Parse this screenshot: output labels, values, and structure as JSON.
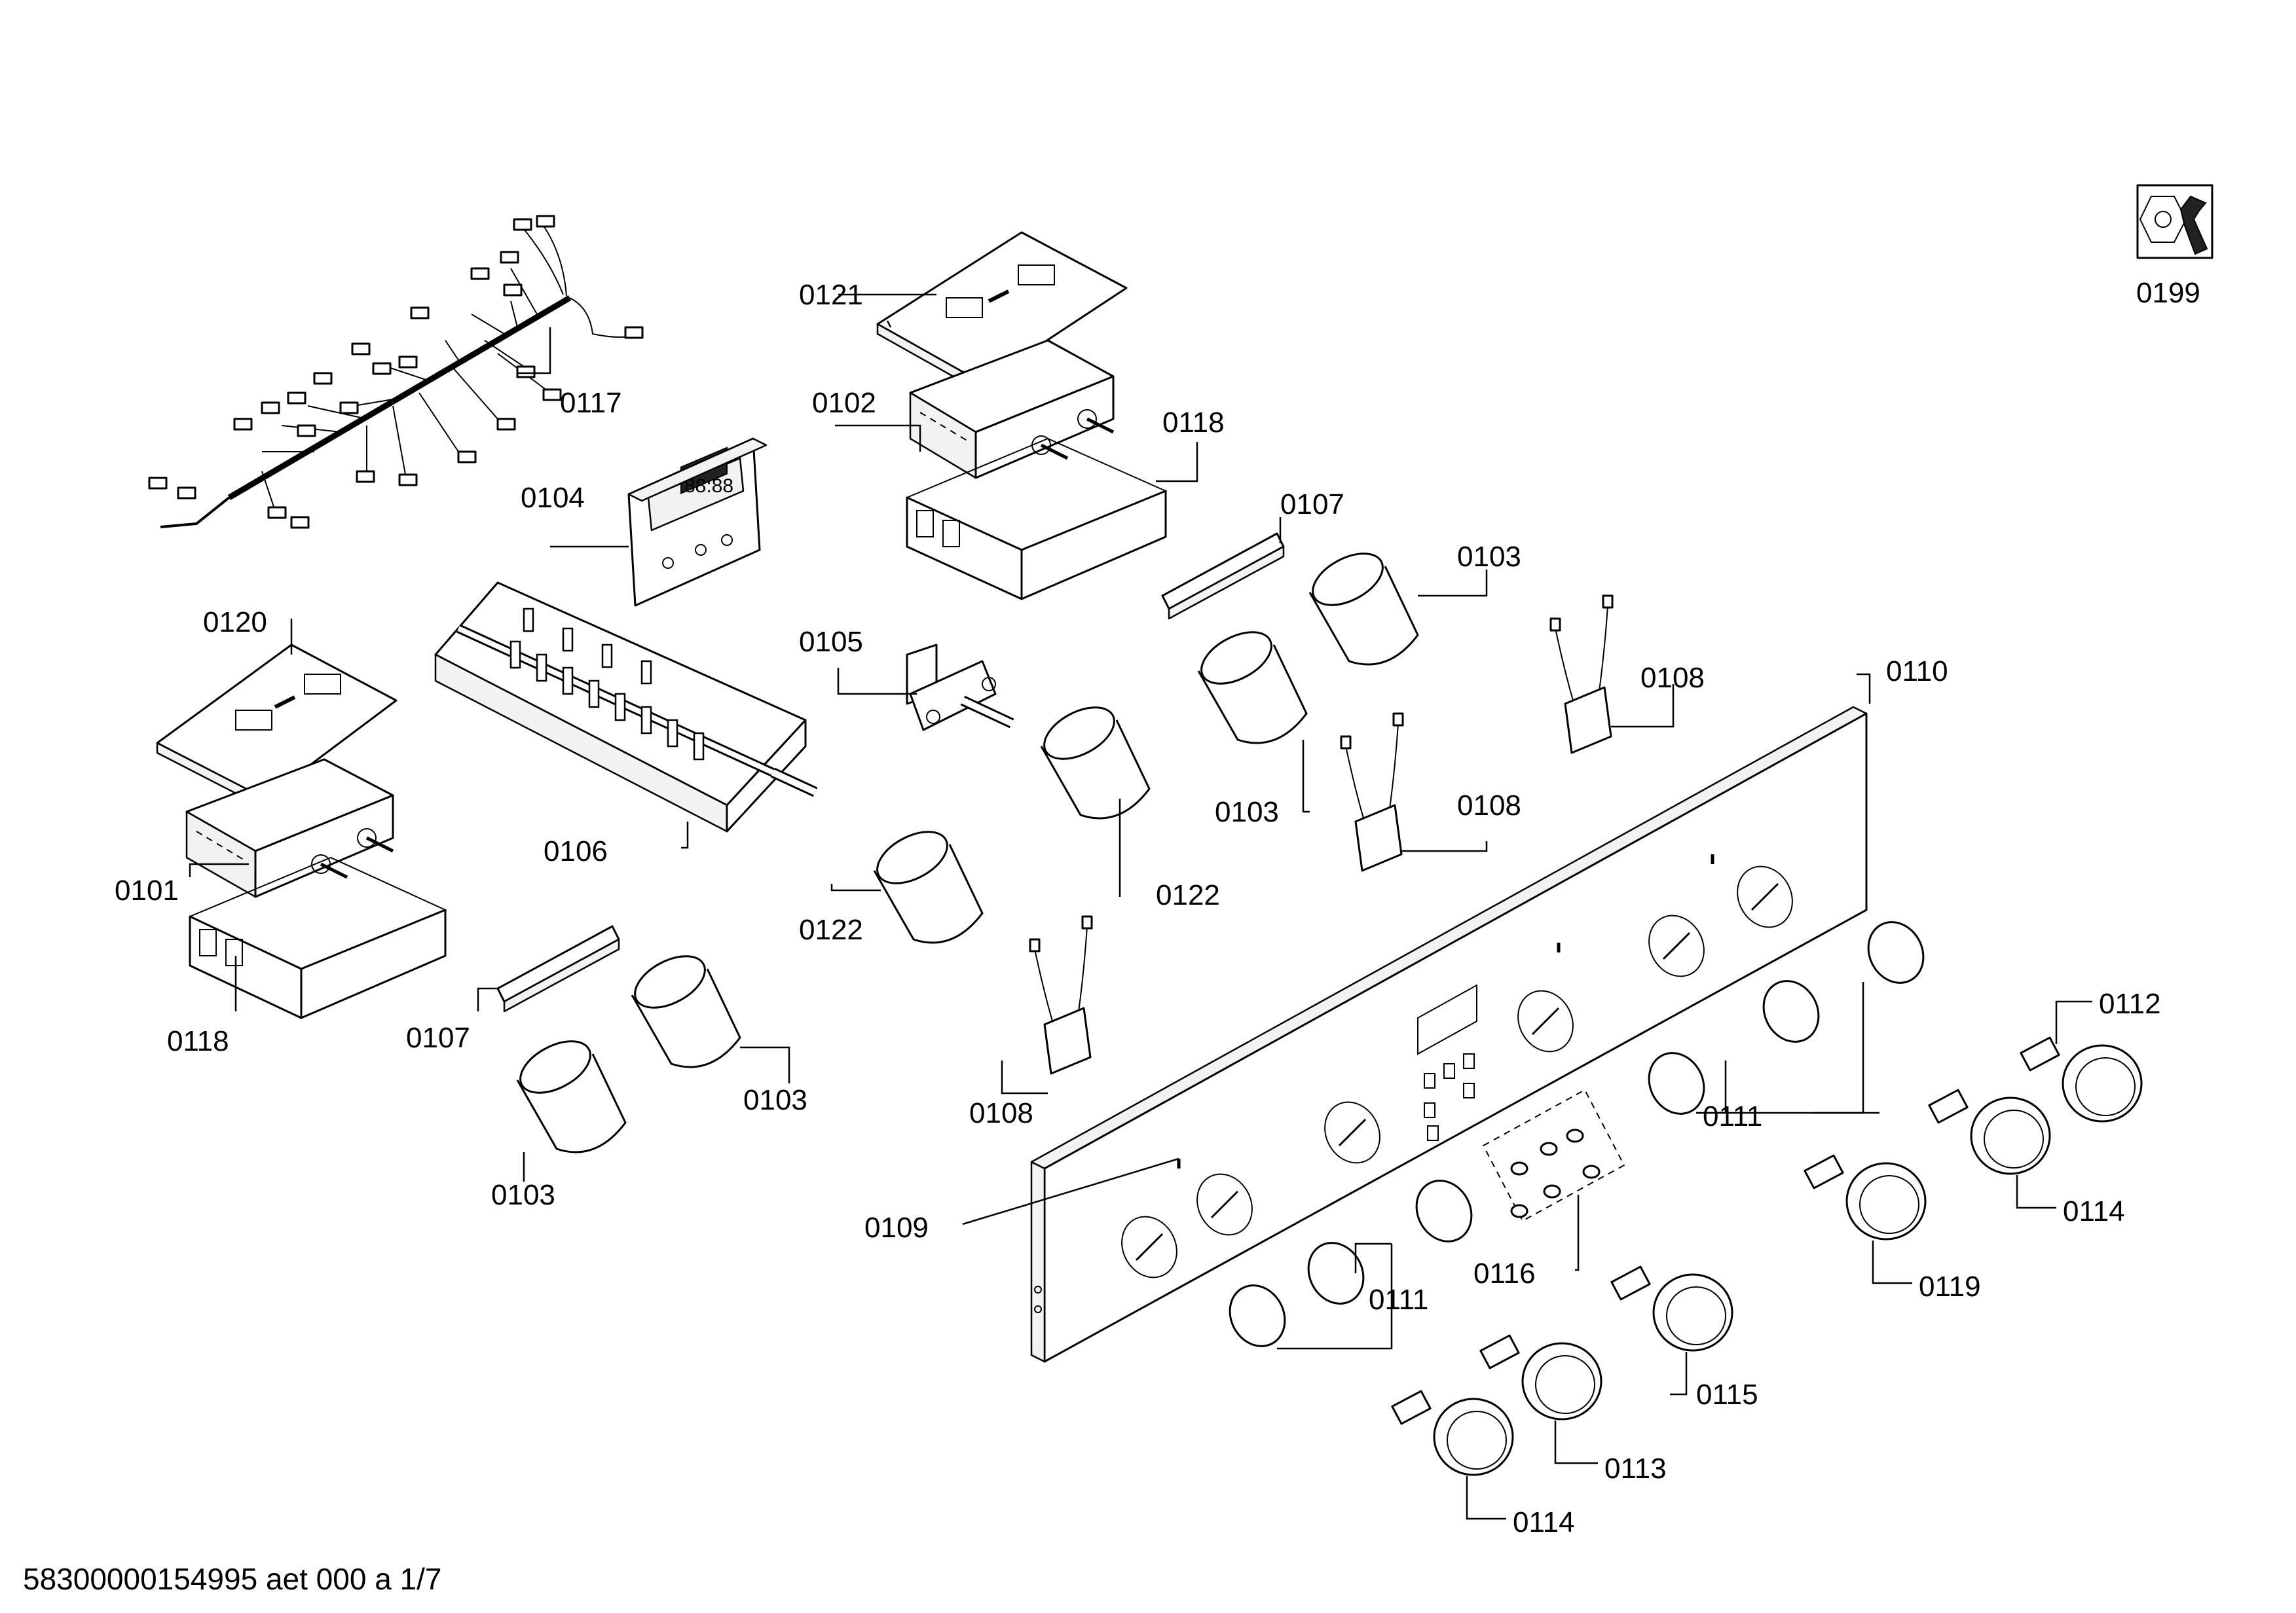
{
  "footer": {
    "document_id": "58300000154995 aet 000 a 1/7"
  },
  "icons": {
    "service_tool": "wrench-nut-icon"
  },
  "labels": {
    "l0199": "0199",
    "l0117": "0117",
    "l0104": "0104",
    "l0121": "0121",
    "l0102": "0102",
    "l0118a": "0118",
    "l0107a": "0107",
    "l0103a": "0103",
    "l0120": "0120",
    "l0106": "0106",
    "l0105": "0105",
    "l0103b": "0103",
    "l0108a": "0108",
    "l0110": "0110",
    "l0108b": "0108",
    "l0101": "0101",
    "l0122a": "0122",
    "l0122b": "0122",
    "l0118b": "0118",
    "l0107b": "0107",
    "l0103c": "0103",
    "l0108c": "0108",
    "l0103d": "0103",
    "l0112": "0112",
    "l0111a": "0111",
    "l0114a": "0114",
    "l0109": "0109",
    "l0119": "0119",
    "l0116": "0116",
    "l0111b": "0111",
    "l0115": "0115",
    "l0113": "0113",
    "l0114b": "0114"
  }
}
